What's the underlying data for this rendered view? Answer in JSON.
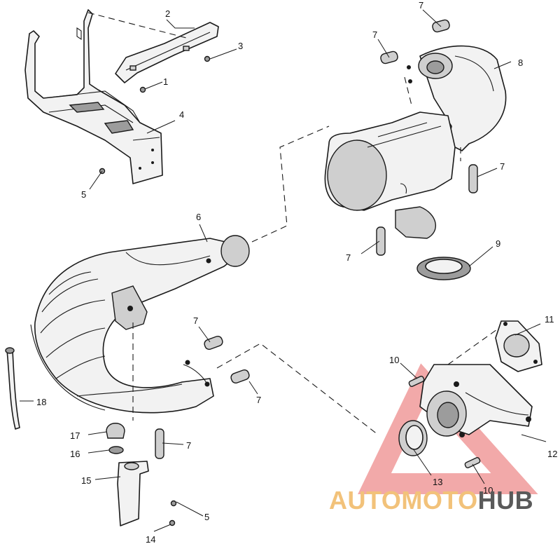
{
  "callouts": {
    "c1": "1",
    "c2": "2",
    "c3": "3",
    "c4": "4",
    "c5a": "5",
    "c5b": "5",
    "c6": "6",
    "c7a": "7",
    "c7b": "7",
    "c7c": "7",
    "c7d": "7",
    "c7e": "7",
    "c7f": "7",
    "c7g": "7",
    "c8": "8",
    "c9": "9",
    "c10a": "10",
    "c10b": "10",
    "c11": "11",
    "c12": "12",
    "c13": "13",
    "c14": "14",
    "c15": "15",
    "c16": "16",
    "c17": "17",
    "c18": "18"
  },
  "watermark": {
    "text_part1": "AUTOMOTO",
    "text_part2": "HUB",
    "color_part1": "#f2c27a",
    "color_part2": "#5a5a5a",
    "triangle_color": "#f09a9a"
  }
}
